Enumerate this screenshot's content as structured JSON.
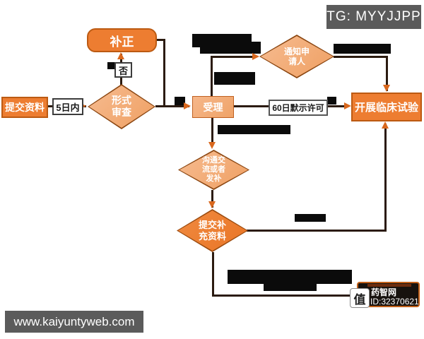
{
  "badges": {
    "tg": {
      "text": "TG: MYYJJPP",
      "bg": "#5B5B5B",
      "fg": "#ffffff"
    },
    "website": {
      "text": "www.kaiyuntyweb.com",
      "bg": "#5B5B5B",
      "fg": "#ffffff"
    }
  },
  "watermark": {
    "logo_glyph": "值",
    "site_name": "药智网",
    "id_text": "ID:32370621",
    "bg": "#17120e",
    "border_color": "#C2611A"
  },
  "flowchart": {
    "colors": {
      "solid_orange": "#ED7D31",
      "peach": "#F3AA7B",
      "node_border": "#BC5A12",
      "diamond_border": "#8A4510",
      "connector_line": "#2B1B10",
      "arrowhead": "#D9681E",
      "redaction": "#0b0b0b"
    },
    "nodes": {
      "submit_materials": "提交资料",
      "formal_review": "形式\n审查",
      "correction": "补正",
      "acceptance": "受理",
      "notify_applicant": "通知申\n请人",
      "clinical_trial": "开展临床试验",
      "communication": "沟通交\n流或者\n发补",
      "supplementary": "提交补\n充资料"
    },
    "edge_labels": {
      "no": "否",
      "within_5_days": "5日内",
      "implied_60_days": "60日默示许可"
    }
  }
}
